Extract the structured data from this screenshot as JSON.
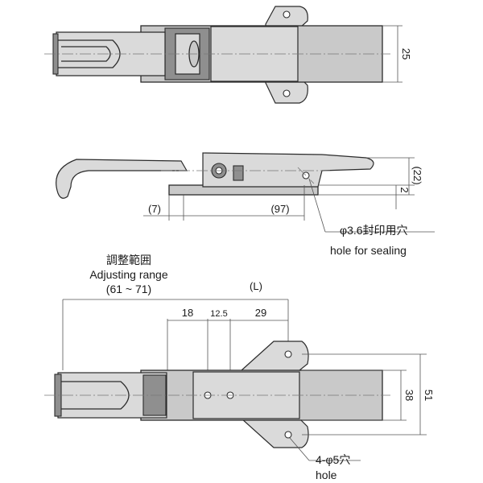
{
  "dimensions": {
    "top_width": "25",
    "side_height": "(22)",
    "side_gap": "2",
    "side_offset": "(7)",
    "side_length": "(97)",
    "dim_18": "18",
    "dim_12_5": "12.5",
    "dim_29": "29",
    "dim_L": "(L)",
    "dim_38": "38",
    "dim_51": "51"
  },
  "notes": {
    "sealing_hole_jp": "φ3.6封印用穴",
    "sealing_hole_en": "hole for sealing",
    "adjust_jp": "調整範囲",
    "adjust_en": "Adjusting range",
    "adjust_value": "(61 ~ 71)",
    "holes_jp": "4-φ5穴",
    "holes_en": "hole"
  },
  "colors": {
    "metal": "#c9c9c9",
    "line": "#2b2b2b"
  }
}
